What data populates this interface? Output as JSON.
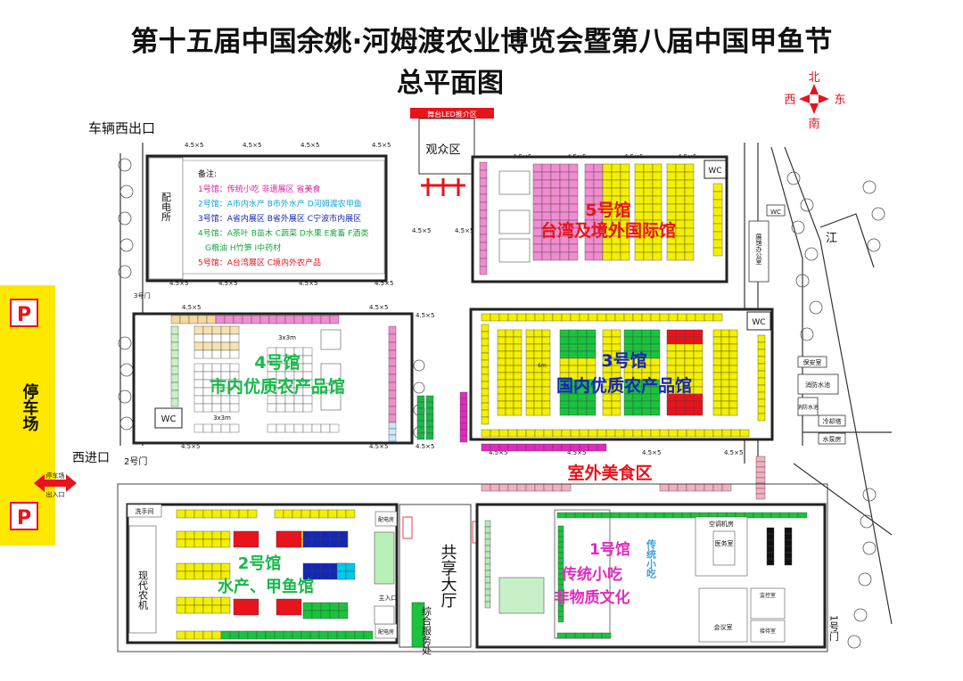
{
  "title": {
    "line1": "第十五届中国余姚·河姆渡农业博览会暨第八届中国甲鱼节",
    "line2": "总平面图"
  },
  "compass": {
    "north": "北",
    "south": "南",
    "west": "西",
    "east": "东"
  },
  "colors": {
    "red": "#e8131b",
    "blue": "#1426b8",
    "green": "#18b94a",
    "magenta": "#e02bbf",
    "yellow": "#f4f000",
    "stall_green": "#19c43c",
    "pink": "#f08cd0",
    "cyan": "#00c8e8",
    "parking": "#ffe800"
  },
  "labels": {
    "vehicle_exit": "车辆西出口",
    "west_entrance": "西进口",
    "gate2": "2号门",
    "gate1": "1号门",
    "gate3": "3号门",
    "stage_led": "舞台LED推介区",
    "audience": "观众区",
    "power_room": "配电所",
    "parking": "停车场",
    "parking_sign": "P",
    "parking_arrow_top": "停车场",
    "parking_arrow_bottom": "出入口",
    "outdoor_food": "室外美食区",
    "river": "江",
    "wc": "WC",
    "exhibit_office": "展馆办公室",
    "security": "保安室",
    "fire_pool": "消防水池",
    "fire_pool2": "消防水池",
    "cold_storage": "冷却塔",
    "pump": "水泵房",
    "shared_hall": "共享大厅",
    "service": "综合服务处",
    "main_entrance": "主入口",
    "washroom": "洗手间",
    "power_room2": "配电房",
    "power_room3": "配电房",
    "modern_farm": "现代农机",
    "ac_room": "空调机房",
    "clinic": "医务室",
    "meeting": "会议室",
    "reception": "接待室",
    "monitor": "监控室",
    "traditional_snack": "传统小吃",
    "size_tag": "4.5×5",
    "size_3x3": "3x3m",
    "six_m": "6m"
  },
  "notes": {
    "heading": "备注:",
    "lines": [
      {
        "text": "1号馆：传统小吃 非遗展区 省美食",
        "color": "#d6209c"
      },
      {
        "text": "2号馆：A市内水产 B市外水产 D河姆渡农甲鱼",
        "color": "#12a4d8"
      },
      {
        "text": "3号馆：A省内展区 B省外展区 C宁波市内展区",
        "color": "#1426b8"
      },
      {
        "text": "4号馆：A茶叶 B苗木 C蔬菜 D水果 E禽畜 F酒类",
        "color": "#17a83e"
      },
      {
        "text": "G粮油 H竹笋 I中药材",
        "color": "#17a83e"
      },
      {
        "text": "5号馆：A台湾展区 C境内外农产品",
        "color": "#e8131b"
      }
    ]
  },
  "halls": {
    "h5_no": "5号馆",
    "h5_name": "台湾及境外国际馆",
    "h4_no": "4号馆",
    "h4_name": "市内优质农产品馆",
    "h3_no": "3号馆",
    "h3_name": "国内优质农产品馆",
    "h2_no": "2号馆",
    "h2_name": "水产、甲鱼馆",
    "h1_no": "1号馆",
    "h1_name": "传统小吃",
    "h1_name2": "非物质文化"
  }
}
